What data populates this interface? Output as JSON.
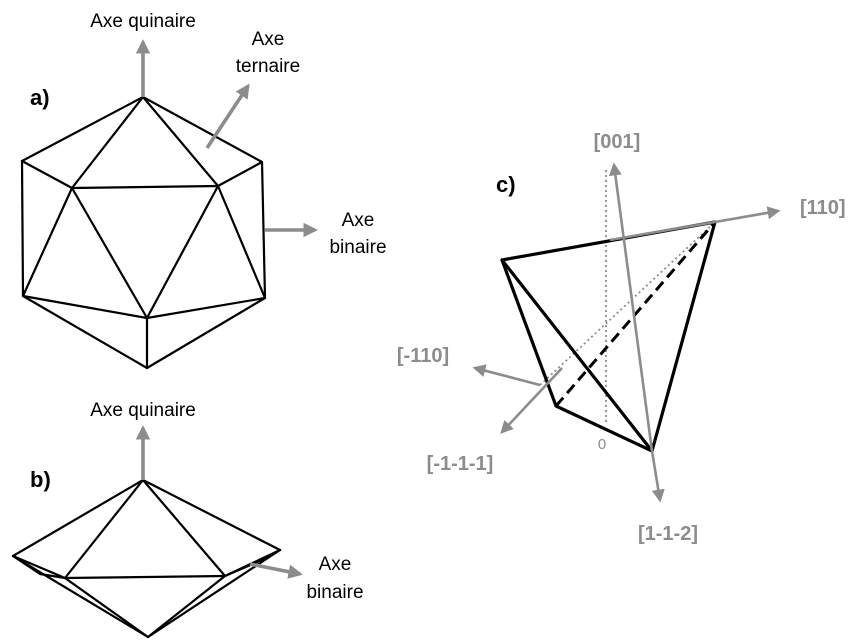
{
  "panels": {
    "a": "a)",
    "b": "b)",
    "c": "c)"
  },
  "panel_a": {
    "axis_fivefold": "Axe quinaire",
    "axis_threefold_line1": "Axe",
    "axis_threefold_line2": "ternaire",
    "axis_twofold_line1": "Axe",
    "axis_twofold_line2": "binaire"
  },
  "panel_b": {
    "axis_fivefold": "Axe quinaire",
    "axis_twofold_line1": "Axe",
    "axis_twofold_line2": "binaire"
  },
  "panel_c": {
    "dir_001": "[001]",
    "dir_110": "[110]",
    "dir_m110": "[-110]",
    "dir_m1m1m1": "[-1-1-1]",
    "dir_1m1m2": "[1-1-2]",
    "origin": "0"
  },
  "colors": {
    "axis": "#8c8c8c",
    "edge": "#000000"
  }
}
